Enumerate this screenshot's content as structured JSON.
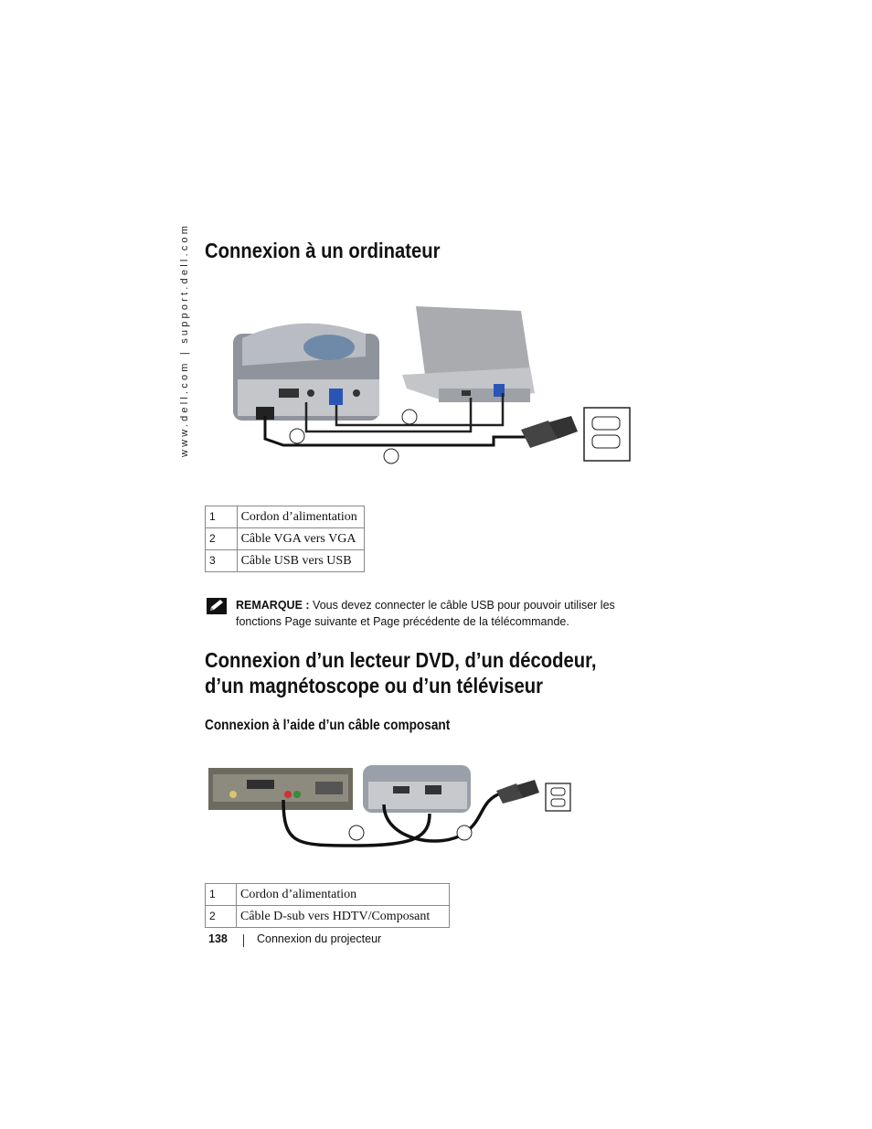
{
  "sidebar": {
    "url": "www.dell.com | support.dell.com"
  },
  "section1": {
    "title": "Connexion à un ordinateur",
    "legend": [
      {
        "num": "1",
        "label": "Cordon d’alimentation"
      },
      {
        "num": "2",
        "label": "Câble VGA vers VGA"
      },
      {
        "num": "3",
        "label": "Câble USB vers USB"
      }
    ]
  },
  "note": {
    "label": "REMARQUE :",
    "text": "Vous devez connecter le câble USB pour pouvoir utiliser les fonctions Page suivante et Page précédente de la télécommande.",
    "icon": "pencil-note-icon"
  },
  "section2": {
    "title_line1": "Connexion d’un lecteur DVD, d’un décodeur,",
    "title_line2": "d’un magnétoscope ou d’un téléviseur",
    "subtitle": "Connexion à l’aide d’un câble composant",
    "legend": [
      {
        "num": "1",
        "label": "Cordon d’alimentation"
      },
      {
        "num": "2",
        "label": "Câble D-sub vers HDTV/Composant"
      }
    ]
  },
  "footer": {
    "page_number": "138",
    "chapter": "Connexion du projecteur"
  }
}
